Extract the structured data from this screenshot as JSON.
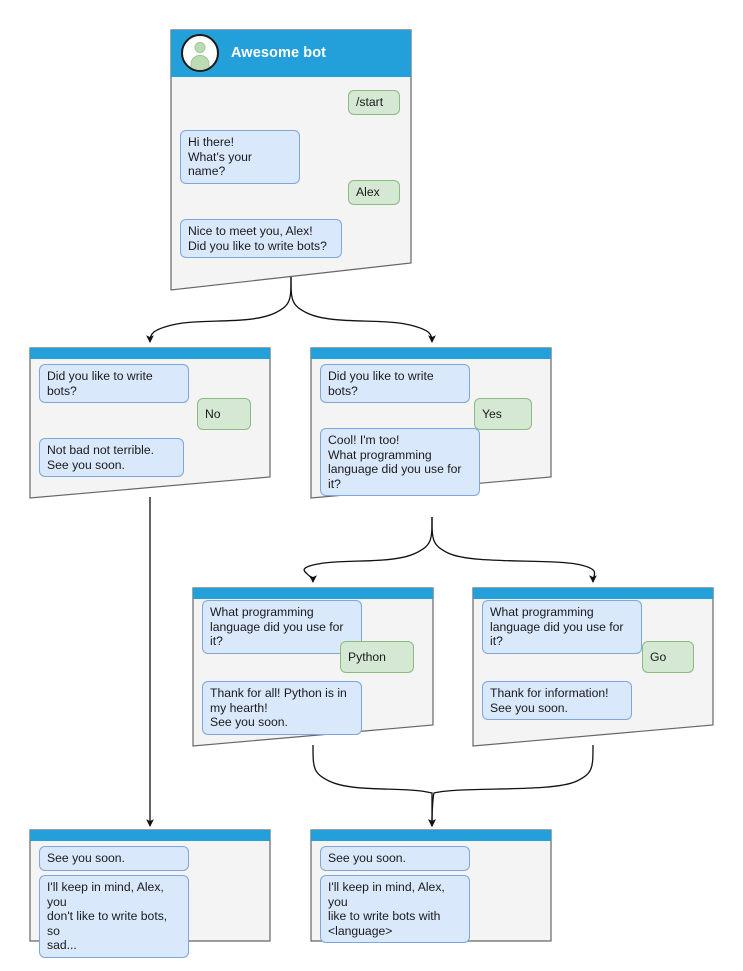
{
  "diagram": {
    "title": "Awesome bot chat flow",
    "colors": {
      "header_blue": "#239fda",
      "node_body": "#f4f4f4",
      "node_border": "#666666",
      "bot_bubble_fill": "#dae8fc",
      "bot_bubble_border": "#7ea6d8",
      "user_bubble_fill": "#d5e8d4",
      "user_bubble_border": "#8cbb7e",
      "edge": "#1a1a1a",
      "canvas": "#ffffff"
    }
  },
  "nodes": {
    "start": {
      "id": "start",
      "header": {
        "bot_name": "Awesome bot",
        "avatar_icon": "user-avatar-icon"
      },
      "messages": [
        {
          "side": "user",
          "text": "/start"
        },
        {
          "side": "bot",
          "text": "Hi there!\nWhat's your name?"
        },
        {
          "side": "user",
          "text": "Alex"
        },
        {
          "side": "bot",
          "text": "Nice to meet you, Alex!\nDid you like to write bots?"
        }
      ]
    },
    "answer_no": {
      "id": "answer-no",
      "messages": [
        {
          "side": "bot",
          "text": "Did you like to write bots?"
        },
        {
          "side": "user",
          "text": "No"
        },
        {
          "side": "bot",
          "text": "Not bad not terrible.\nSee you soon."
        }
      ]
    },
    "answer_yes": {
      "id": "answer-yes",
      "messages": [
        {
          "side": "bot",
          "text": "Did you like to write bots?"
        },
        {
          "side": "user",
          "text": "Yes"
        },
        {
          "side": "bot",
          "text": "Cool! I'm too!\nWhat programming\nlanguage did you use for it?"
        }
      ]
    },
    "lang_python": {
      "id": "lang-python",
      "messages": [
        {
          "side": "bot",
          "text": "What programming\nlanguage did you use for it?"
        },
        {
          "side": "user",
          "text": "Python"
        },
        {
          "side": "bot",
          "text": "Thank for all! Python is in\nmy hearth!\nSee you soon."
        }
      ]
    },
    "lang_go": {
      "id": "lang-go",
      "messages": [
        {
          "side": "bot",
          "text": "What programming\nlanguage did you use for it?"
        },
        {
          "side": "user",
          "text": "Go"
        },
        {
          "side": "bot",
          "text": "Thank for information!\nSee you soon."
        }
      ]
    },
    "end_sad": {
      "id": "end-sad",
      "messages": [
        {
          "side": "bot",
          "text": "See you soon."
        },
        {
          "side": "bot",
          "text": "I'll keep in mind, Alex, you\ndon't like to write bots, so\nsad..."
        }
      ]
    },
    "end_happy": {
      "id": "end-happy",
      "messages": [
        {
          "side": "bot",
          "text": "See you soon."
        },
        {
          "side": "bot",
          "text": "I'll keep in mind, Alex, you\nlike to write bots with\n<language>"
        }
      ]
    }
  },
  "edges": [
    {
      "from": "start",
      "to": "answer_no"
    },
    {
      "from": "start",
      "to": "answer_yes"
    },
    {
      "from": "answer_no",
      "to": "end_sad"
    },
    {
      "from": "answer_yes",
      "to": "lang_python"
    },
    {
      "from": "answer_yes",
      "to": "lang_go"
    },
    {
      "from": "lang_python",
      "to": "end_happy"
    },
    {
      "from": "lang_go",
      "to": "end_happy"
    }
  ]
}
